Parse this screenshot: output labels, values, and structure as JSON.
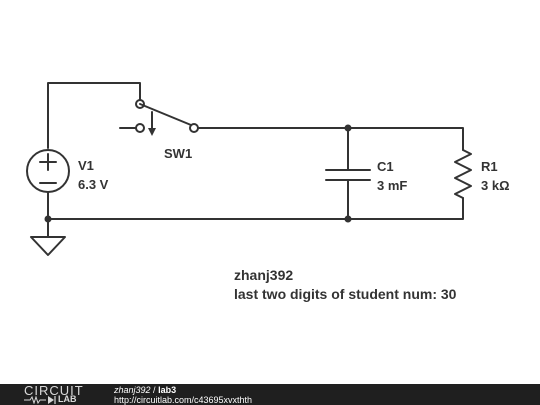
{
  "components": {
    "v1": {
      "name": "V1",
      "value": "6.3 V"
    },
    "sw1": {
      "name": "SW1"
    },
    "c1": {
      "name": "C1",
      "value": "3 mF"
    },
    "r1": {
      "name": "R1",
      "value": "3 kΩ"
    }
  },
  "note": {
    "line1": "zhanj392",
    "line2": "last two digits of student num: 30"
  },
  "footer": {
    "logo_top": "CIRCUIT",
    "logo_bottom": "LAB",
    "author": "zhanj392",
    "separator": " / ",
    "project": "lab3",
    "url": "http://circuitlab.com/c43695xvxthth"
  }
}
